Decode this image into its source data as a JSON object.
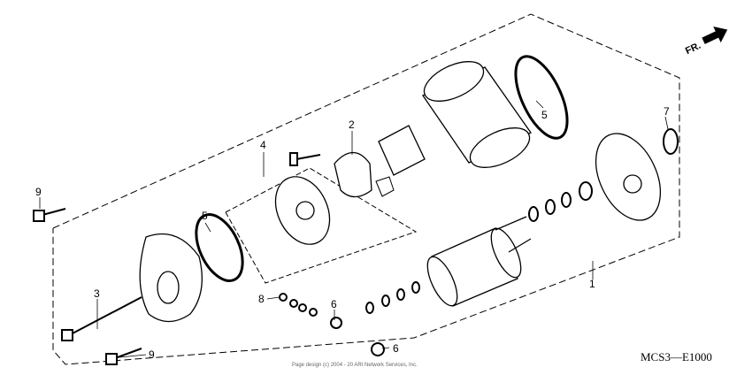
{
  "diagram": {
    "callouts": [
      "1",
      "2",
      "3",
      "4",
      "5",
      "5",
      "6",
      "6",
      "7",
      "8",
      "9",
      "9"
    ],
    "direction_label": "FR.",
    "diagram_code": "MCS3—E1000",
    "footer": "Page design (c) 2004 - 20   ARI Network Services, Inc."
  }
}
